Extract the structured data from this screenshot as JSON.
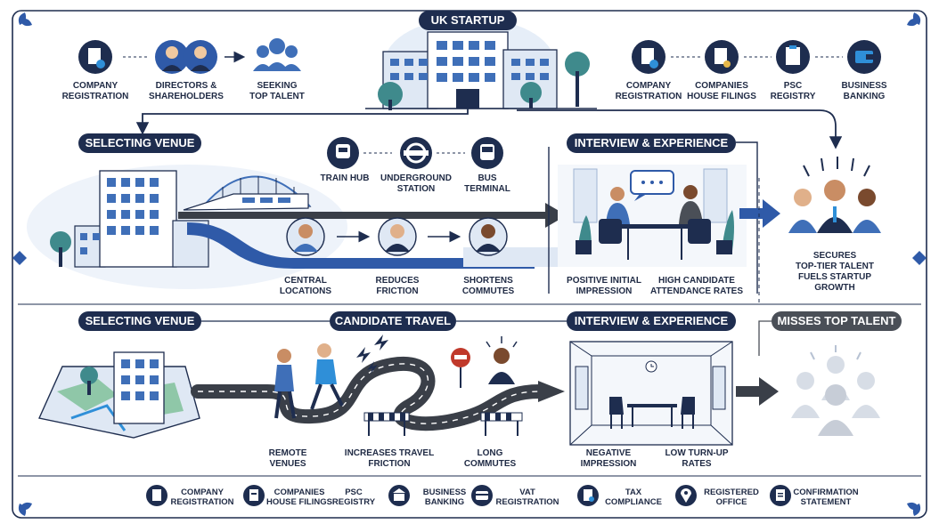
{
  "title": "UK STARTUP",
  "colors": {
    "navy": "#1e2d4f",
    "blue": "#2f5aa8",
    "grey": "#4a4f57",
    "light": "#dfe8f4"
  },
  "top_left": [
    {
      "icon": "document-check-icon",
      "lines": [
        "COMPANY",
        "REGISTRATION"
      ]
    },
    {
      "icon": "people-pair-icon",
      "lines": [
        "DIRECTORS &",
        "SHAREHOLDERS"
      ]
    },
    {
      "icon": "group-icon",
      "lines": [
        "SEEKING",
        "TOP TALENT"
      ]
    }
  ],
  "top_right": [
    {
      "icon": "document-check-icon",
      "lines": [
        "COMPANY",
        "REGISTRATION"
      ]
    },
    {
      "icon": "certificate-icon",
      "lines": [
        "COMPANIES",
        "HOUSE FILINGS"
      ]
    },
    {
      "icon": "clipboard-icon",
      "lines": [
        "PSC",
        "REGISTRY"
      ]
    },
    {
      "icon": "wallet-icon",
      "lines": [
        "BUSINESS",
        "BANKING"
      ]
    }
  ],
  "good": {
    "venue_pill": "SELECTING VENUE",
    "interview_pill": "INTERVIEW & EXPERIENCE",
    "transit": [
      {
        "icon": "train-icon",
        "lines": [
          "TRAIN HUB"
        ]
      },
      {
        "icon": "underground-icon",
        "lines": [
          "UNDERGROUND",
          "STATION"
        ]
      },
      {
        "icon": "bus-icon",
        "lines": [
          "BUS",
          "TERMINAL"
        ]
      }
    ],
    "steps": [
      {
        "lines": [
          "CENTRAL",
          "LOCATIONS"
        ]
      },
      {
        "lines": [
          "REDUCES",
          "FRICTION"
        ]
      },
      {
        "lines": [
          "SHORTENS",
          "COMMUTES"
        ]
      }
    ],
    "interview_labels": [
      {
        "lines": [
          "POSITIVE INITIAL",
          "IMPRESSION"
        ]
      },
      {
        "lines": [
          "HIGH CANDIDATE",
          "ATTENDANCE RATES"
        ]
      }
    ],
    "outcome": [
      "SECURES",
      "TOP-TIER TALENT",
      "FUELS STARTUP",
      "GROWTH"
    ]
  },
  "bad": {
    "venue_pill": "SELECTING VENUE",
    "travel_pill": "CANDIDATE TRAVEL",
    "interview_pill": "INTERVIEW & EXPERIENCE",
    "outcome_pill": "MISSES TOP TALENT",
    "steps": [
      {
        "lines": [
          "REMOTE",
          "VENUES"
        ]
      },
      {
        "lines": [
          "INCREASES TRAVEL",
          "FRICTION"
        ]
      },
      {
        "lines": [
          "LONG",
          "COMMUTES"
        ]
      }
    ],
    "interview_labels": [
      {
        "lines": [
          "NEGATIVE",
          "IMPRESSION"
        ]
      },
      {
        "lines": [
          "LOW TURN-UP",
          "RATES"
        ]
      }
    ]
  },
  "footer": [
    {
      "icon": "document-icon",
      "lines": [
        "COMPANY",
        "REGISTRATION"
      ]
    },
    {
      "icon": "file-icon",
      "lines": [
        "COMPANIES",
        "HOUSE FILINGS"
      ]
    },
    {
      "icon": "none",
      "lines": [
        "PSC",
        "REGISTRY"
      ]
    },
    {
      "icon": "bank-icon",
      "lines": [
        "BUSINESS",
        "BANKING"
      ]
    },
    {
      "icon": "card-icon",
      "lines": [
        "VAT",
        "REGISTRATION"
      ]
    },
    {
      "icon": "tax-doc-icon",
      "lines": [
        "TAX",
        "COMPLIANCE"
      ]
    },
    {
      "icon": "pin-icon",
      "lines": [
        "REGISTERED",
        "OFFICE"
      ]
    },
    {
      "icon": "statement-icon",
      "lines": [
        "CONFIRMATION",
        "STATEMENT"
      ]
    }
  ]
}
